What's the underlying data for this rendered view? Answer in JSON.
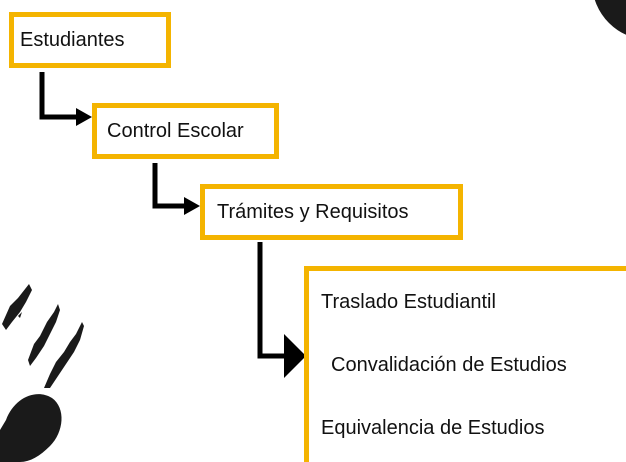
{
  "flow": {
    "step1": "Estudiantes",
    "step2": "Control Escolar",
    "step3": "Trámites y Requisitos"
  },
  "options": [
    "Traslado Estudiantil",
    "Convalidación de Estudios",
    "Equivalencia de Estudios"
  ],
  "colors": {
    "accent": "#F4B400",
    "arrow": "#000000",
    "decor": "#1a1a1a"
  }
}
